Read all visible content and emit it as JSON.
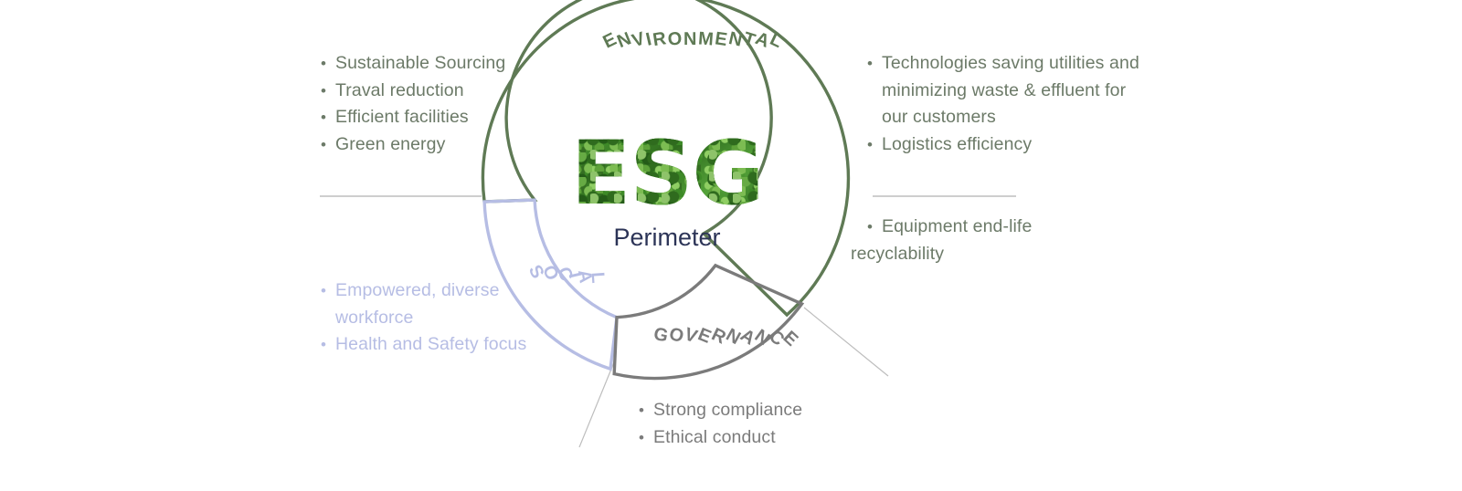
{
  "diagram": {
    "title": "ESG Perimeter",
    "center": {
      "acronym": "ESG",
      "subtitle": "Perimeter"
    },
    "colors": {
      "environmental": "#5f7a55",
      "social": "#b6bde4",
      "governance": "#7b7b7b",
      "environmental_text": "#6c7a68",
      "social_text": "#b6bde4",
      "governance_text": "#7b7b7b",
      "subtitle_text": "#2c3457",
      "leader_line": "#b9b9b9",
      "background": "#ffffff"
    },
    "segments": [
      {
        "key": "environmental",
        "label": "ENVIRONMENTAL",
        "color": "#5f7a55"
      },
      {
        "key": "social",
        "label": "SOCIAL",
        "color": "#b6bde4"
      },
      {
        "key": "governance",
        "label": "GOVERNANCE",
        "color": "#7b7b7b"
      }
    ],
    "callouts": {
      "environmental_left": [
        "Sustainable Sourcing",
        "Traval reduction",
        "Efficient facilities",
        "Green energy"
      ],
      "environmental_right": [
        "Technologies saving utilities and minimizing waste & effluent for our customers",
        "Logistics efficiency"
      ],
      "environmental_recyclability": {
        "bullet": "Equipment end-life",
        "wrap": "recyclability"
      },
      "social": [
        "Empowered, diverse workforce",
        "Health and Safety focus"
      ],
      "governance": [
        "Strong compliance",
        "Ethical conduct"
      ]
    }
  }
}
